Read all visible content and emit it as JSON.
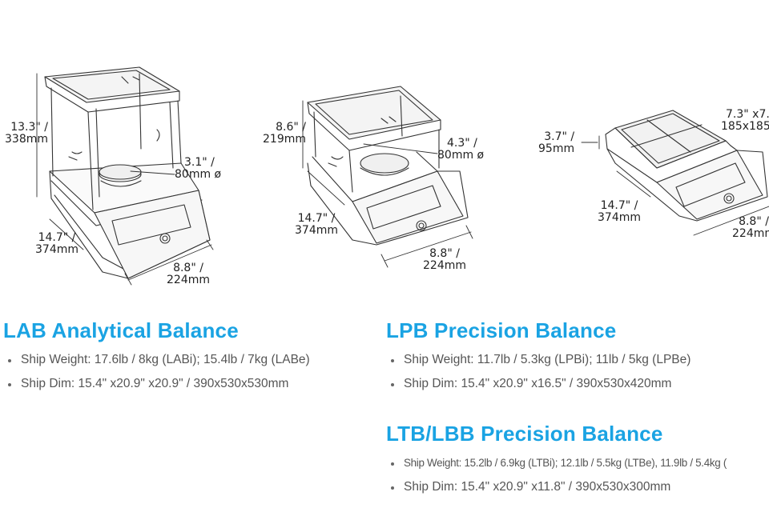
{
  "products": [
    {
      "title": "LAB Analytical Balance",
      "bullets": [
        "Ship Weight: 17.6lb / 8kg (LABi); 15.4lb / 7kg (LABe)",
        "Ship Dim: 15.4\" x20.9\" x20.9\" / 390x530x530mm"
      ],
      "dimensions": {
        "height": [
          "13.3\" /",
          "338mm"
        ],
        "pan": [
          "3.1\" /",
          "80mm ø"
        ],
        "depth": [
          "14.7\" /",
          "374mm"
        ],
        "width": [
          "8.8\" /",
          "224mm"
        ]
      }
    },
    {
      "title": "LPB Precision Balance",
      "bullets": [
        "Ship Weight: 11.7lb / 5.3kg (LPBi); 11lb / 5kg (LPBe)",
        "Ship Dim: 15.4\" x20.9\" x16.5\" / 390x530x420mm"
      ],
      "dimensions": {
        "height": [
          "8.6\" /",
          "219mm"
        ],
        "pan": [
          "4.3\" /",
          "80mm ø"
        ],
        "depth": [
          "14.7\" /",
          "374mm"
        ],
        "width": [
          "8.8\" /",
          "224mm"
        ]
      }
    },
    {
      "title": "LTB/LBB Precision Balance",
      "bullets": [
        "Ship Weight: 15.2lb / 6.9kg (LTBi); 12.1lb / 5.5kg (LTBe), 11.9lb / 5.4kg (",
        "Ship Dim: 15.4\" x20.9\" x11.8\" / 390x530x300mm"
      ],
      "dimensions": {
        "height": [
          "3.7\" /",
          "95mm"
        ],
        "pan": [
          "7.3\" x7.",
          "185x185"
        ],
        "depth": [
          "14.7\" /",
          "374mm"
        ],
        "width": [
          "8.8\" /",
          "224mm"
        ]
      }
    }
  ]
}
